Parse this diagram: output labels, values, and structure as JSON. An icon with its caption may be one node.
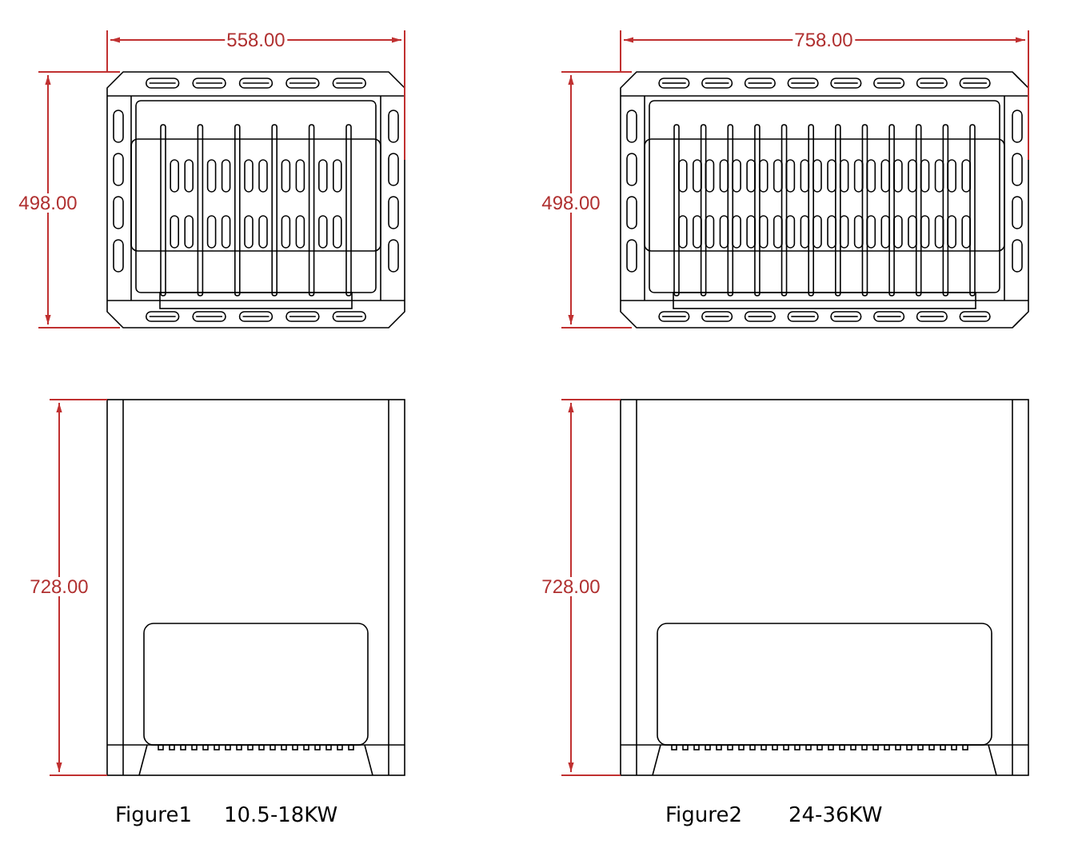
{
  "diagram": {
    "labels": [
      "558.00",
      "758.00",
      "498.00",
      "498.00",
      "728.00",
      "728.00",
      "Figure1",
      "10.5-18KW",
      "Figure2",
      "24-36KW"
    ]
  }
}
